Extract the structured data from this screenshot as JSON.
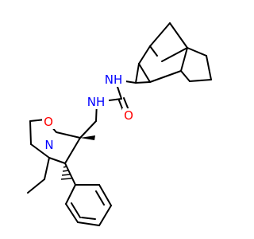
{
  "atom_labels": {
    "nh_upper": "NH",
    "nh_lower": "NH",
    "oxygen_carbonyl": "O",
    "oxygen_ring": "O",
    "nitrogen_ring": "N"
  },
  "colors": {
    "bond": "#000000",
    "nitrogen": "#0000ff",
    "oxygen": "#ff0000",
    "background": "#ffffff"
  }
}
